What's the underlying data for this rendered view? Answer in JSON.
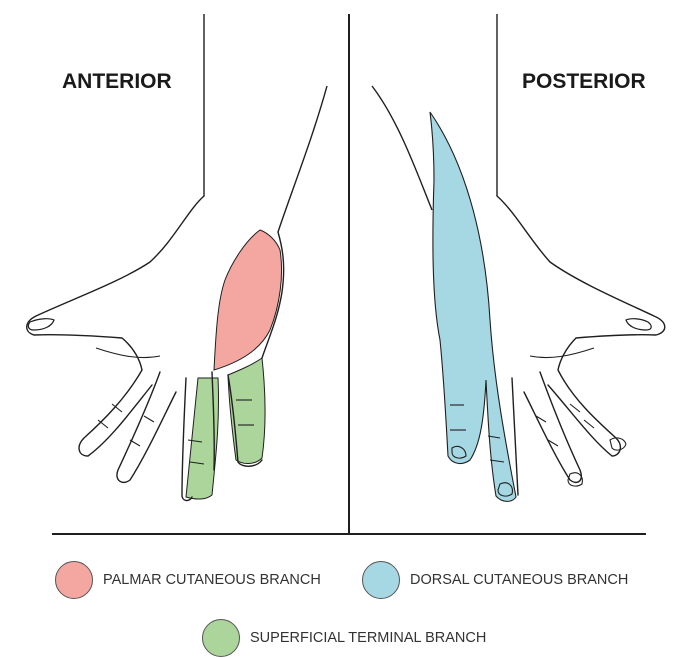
{
  "views": {
    "anterior_title": "ANTERIOR",
    "posterior_title": "POSTERIOR"
  },
  "legend": [
    {
      "label": "PALMAR CUTANEOUS BRANCH",
      "color": "#f4a6a0"
    },
    {
      "label": "DORSAL CUTANEOUS BRANCH",
      "color": "#a6d8e4"
    },
    {
      "label": "SUPERFICIAL TERMINAL BRANCH",
      "color": "#acd59b"
    }
  ],
  "colors": {
    "palmar": "#f4a6a0",
    "dorsal": "#a6d8e4",
    "superficial": "#acd59b",
    "outline": "#1f1f1f"
  }
}
